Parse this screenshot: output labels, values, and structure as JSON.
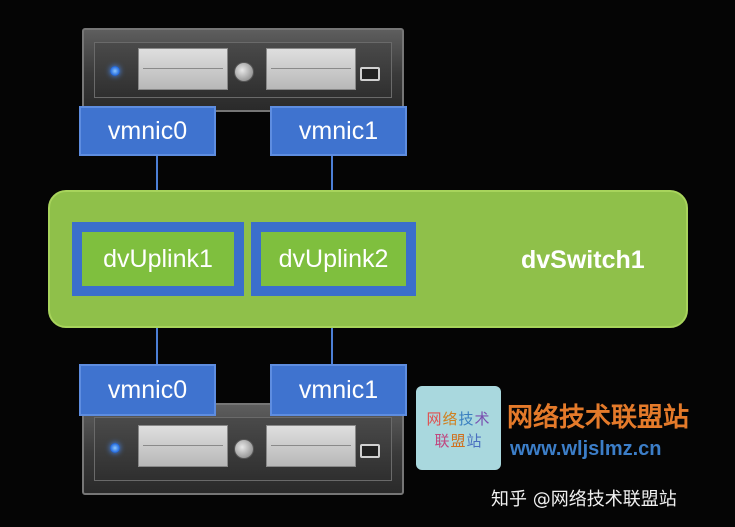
{
  "servers": {
    "top": {
      "nics": [
        {
          "label": "vmnic0"
        },
        {
          "label": "vmnic1"
        }
      ]
    },
    "bottom": {
      "nics": [
        {
          "label": "vmnic0"
        },
        {
          "label": "vmnic1"
        }
      ]
    }
  },
  "switch": {
    "name": "dvSwitch1",
    "uplinks": [
      {
        "label": "dvUplink1"
      },
      {
        "label": "dvUplink2"
      }
    ]
  },
  "colors": {
    "nic_blue": "#3f73cf",
    "switch_green": "#8fc04a",
    "brand_orange": "#e47a2a",
    "brand_blue": "#3c7ec8"
  },
  "watermark": {
    "logo_line1": [
      "网",
      "络",
      "技",
      "术"
    ],
    "logo_line2": [
      "联",
      "盟",
      "站"
    ],
    "brand_name": "网络技术联盟站",
    "brand_url": "www.wljslmz.cn",
    "footer": "知乎 @网络技术联盟站"
  }
}
